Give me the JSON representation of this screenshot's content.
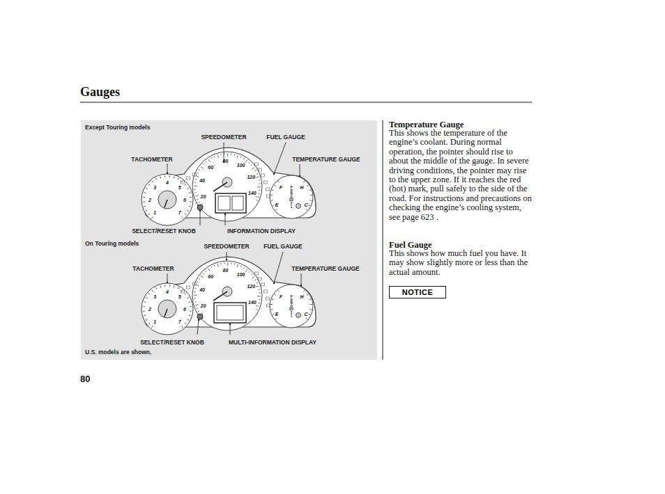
{
  "diagram": {
    "title": "Gauges",
    "nodes": [
      {
        "text": [
          "NOTICE"
        ]
      }
    ],
    "labels": [
      "Except Touring models",
      "SPEEDOMETER",
      "FUEL GAUGE",
      "TACHOMETER",
      "TEMPERATURE GAUGE",
      "SELECT/RESET KNOB",
      "INFORMATION DISPLAY",
      "20",
      "40",
      "60",
      "80",
      "100",
      "120",
      "140",
      "1",
      "2",
      "3",
      "4",
      "5",
      "6",
      "7",
      "F",
      "E",
      "H",
      "C",
      "P",
      "R",
      "N",
      "D",
      "D3",
      "2",
      "1",
      "On Touring models",
      "SPEEDOMETER",
      "FUEL GAUGE",
      "TACHOMETER",
      "TEMPERATURE GAUGE",
      "SELECT/RESET KNOB",
      "MULTI-INFORMATION DISPLAY",
      "20",
      "40",
      "60",
      "80",
      "100",
      "120",
      "140",
      "1",
      "2",
      "3",
      "4",
      "5",
      "6",
      "7",
      "F",
      "E",
      "H",
      "C",
      "P",
      "R",
      "N",
      "D",
      "D3",
      "2",
      "1",
      "U.S. models are shown.",
      "Temperature Gauge",
      "This shows the temperature of the engine’s coolant. During normal operation, the pointer should rise to about the middle of the gauge. In severe driving conditions, the pointer may rise to the upper zone. If it reaches the red (hot) mark, pull safely to the side of the road. For instructions and precautions on checking the engine’s cooling system, see page 623 .",
      "Fuel Gauge",
      "This shows how much fuel you have. It may show slightly more or less than the actual amount.",
      "80"
    ]
  }
}
